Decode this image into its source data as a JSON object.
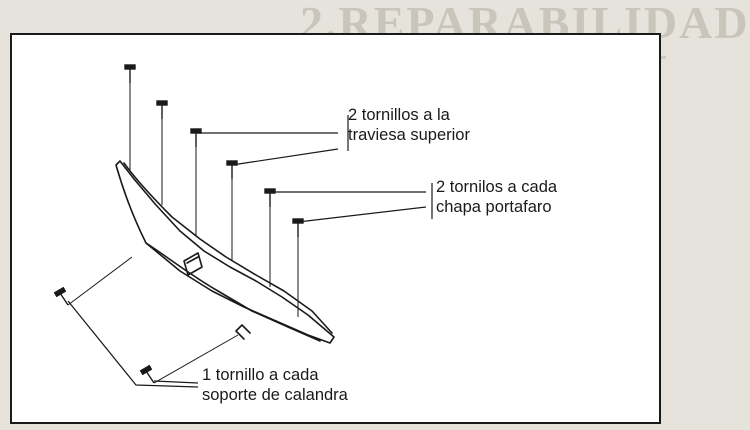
{
  "background": {
    "heading": "2.REPARABILIDAD"
  },
  "labels": {
    "traviesa": {
      "line1": "2 tornillos a la",
      "line2": "traviesa superior"
    },
    "chapa": {
      "line1": "2 tornilos a cada",
      "line2": "chapa portafaro"
    },
    "calandra": {
      "line1": "1 tornillo a cada",
      "line2": "soporte de calandra"
    }
  },
  "colors": {
    "ink": "#1a1a1a",
    "paper": "#ffffff",
    "page": "#e6e3dc"
  }
}
